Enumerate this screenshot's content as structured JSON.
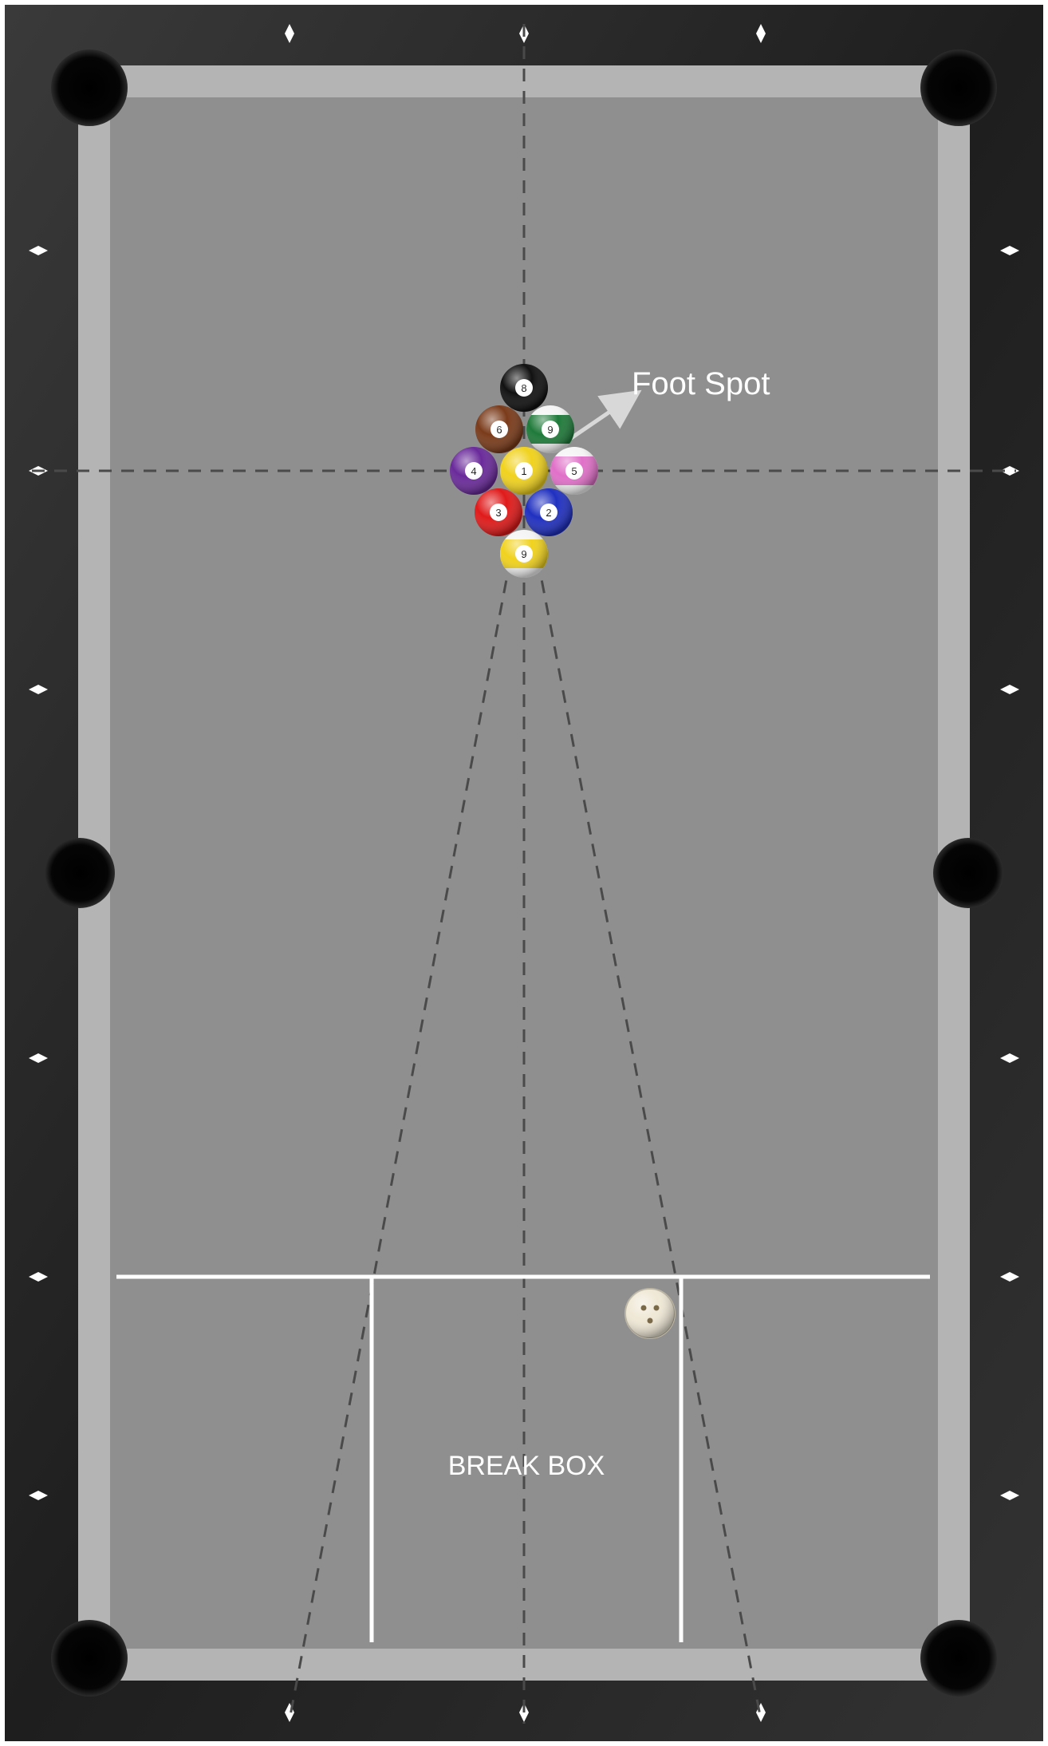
{
  "labels": {
    "foot_spot": "Foot Spot",
    "break_box": "BREAK BOX"
  },
  "colors": {
    "felt": "#8f8f8f",
    "cushion": "#b4b4b4",
    "rail": "#2a2a2a",
    "pocket": "#000000",
    "guide_line": "#4a4a4a",
    "box_line": "#ffffff",
    "diamond": "#ffffff"
  },
  "icons": {
    "diamond": "diamond-marker",
    "pocket": "pocket-hole"
  },
  "balls": [
    {
      "number": "8",
      "color": "#111111",
      "stripe": false
    },
    {
      "number": "6",
      "color": "#7a3b1a",
      "stripe": false
    },
    {
      "number": "9",
      "color": "#1f7a3a",
      "stripe": true
    },
    {
      "number": "4",
      "color": "#6a2a9a",
      "stripe": false
    },
    {
      "number": "1",
      "color": "#f0d21e",
      "stripe": false
    },
    {
      "number": "5",
      "color": "#e070c8",
      "stripe": true
    },
    {
      "number": "3",
      "color": "#e01a1a",
      "stripe": false
    },
    {
      "number": "2",
      "color": "#2030c0",
      "stripe": false
    },
    {
      "number": "9",
      "color": "#f0d21e",
      "stripe": true
    }
  ],
  "cue_ball": {
    "color": "#efe8d6"
  }
}
